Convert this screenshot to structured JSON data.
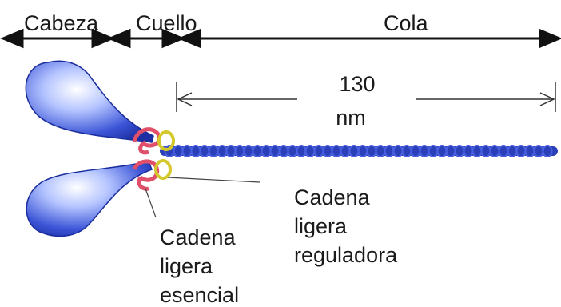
{
  "regions": {
    "head": "Cabeza",
    "neck": "Cuello",
    "tail": "Cola"
  },
  "length": {
    "value": "130",
    "unit": "nm"
  },
  "labels": {
    "regulatory_chain": [
      "Cadena",
      "ligera",
      "reguladora"
    ],
    "essential_chain": [
      "Cadena",
      "ligera",
      "esencial"
    ]
  },
  "colors": {
    "heavy_chain": "#2a3fb8",
    "essential_light_chain": "#e0506a",
    "regulatory_light_chain": "#d4c82a"
  }
}
